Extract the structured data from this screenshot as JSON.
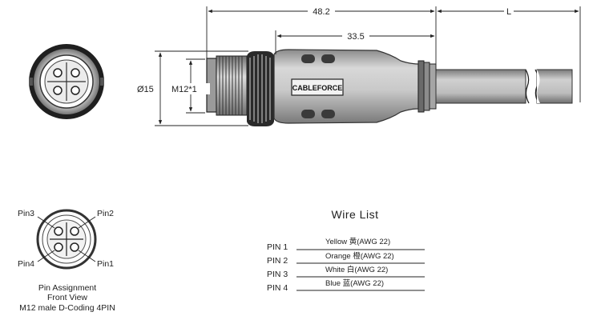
{
  "drawing": {
    "dimensions": {
      "overall_length": "48.2",
      "body_length": "33.5",
      "cable_length": "L",
      "diameter": "Ø15",
      "thread": "M12*1"
    },
    "brand": "CABLEFORCE"
  },
  "pin_assignment": {
    "pins": [
      "Pin3",
      "Pin2",
      "Pin4",
      "Pin1"
    ],
    "caption": [
      "Pin  Assignment",
      "Front  View",
      "M12 male D-Coding 4PIN"
    ]
  },
  "wire_list": {
    "title": "Wire  List",
    "rows": [
      {
        "pin": "PIN 1",
        "wire": "Yellow  黄(AWG 22)"
      },
      {
        "pin": "PIN 2",
        "wire": "Orange  橙(AWG 22)"
      },
      {
        "pin": "PIN 3",
        "wire": "White   白(AWG 22)"
      },
      {
        "pin": "PIN 4",
        "wire": "Blue     蓝(AWG 22)"
      }
    ]
  },
  "colors": {
    "line": "#222222",
    "housing": "#bfbfbf",
    "nut": "#9a9a9a"
  }
}
